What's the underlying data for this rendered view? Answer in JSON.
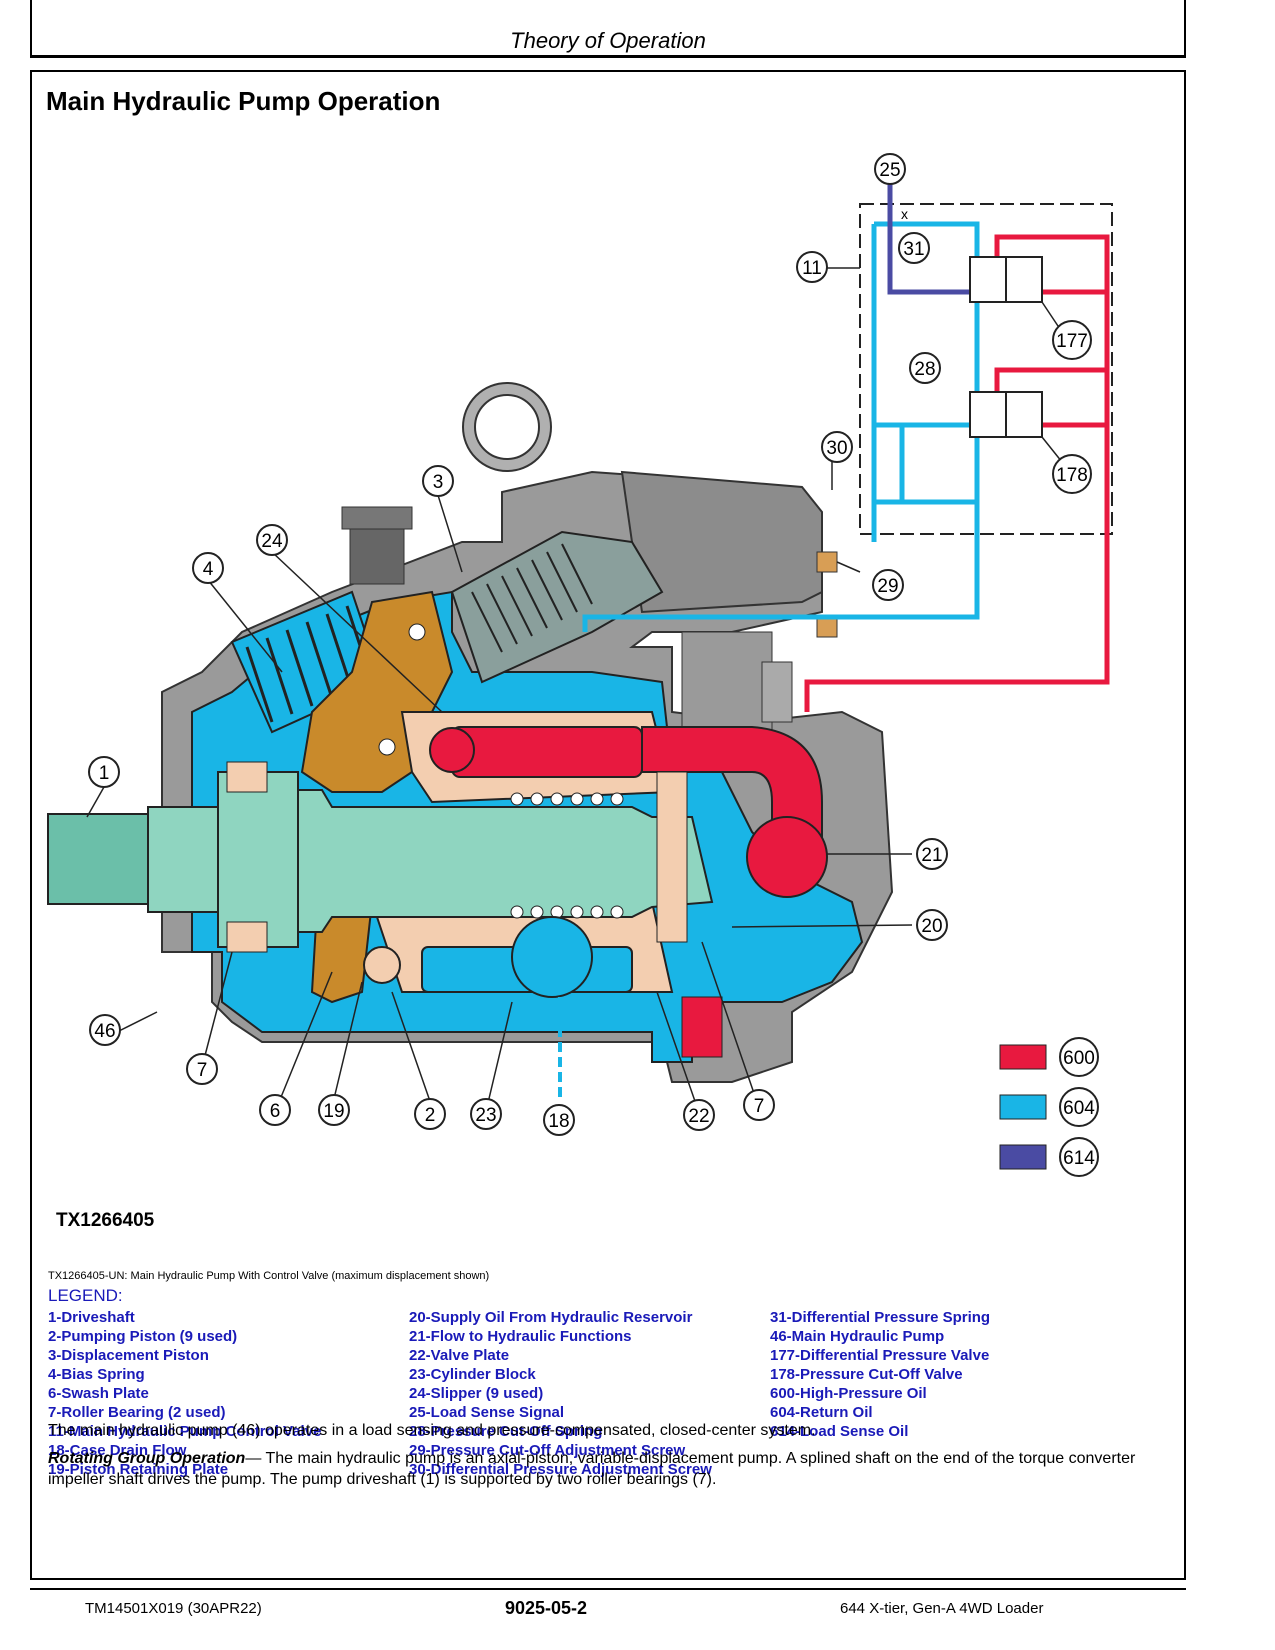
{
  "header": {
    "section": "Theory of Operation"
  },
  "title": "Main Hydraulic Pump Operation",
  "figure": {
    "id": "TX1266405",
    "caption": "TX1266405-UN: Main Hydraulic Pump With Control Valve (maximum displacement shown)",
    "callouts": [
      "1",
      "2",
      "3",
      "4",
      "6",
      "7",
      "11",
      "18",
      "19",
      "20",
      "21",
      "22",
      "23",
      "24",
      "25",
      "28",
      "29",
      "30",
      "31",
      "46",
      "177",
      "178"
    ],
    "color_key": [
      {
        "code": "600",
        "color": "#e8193f"
      },
      {
        "code": "604",
        "color": "#19b5e6"
      },
      {
        "code": "614",
        "color": "#4a4ba3"
      }
    ],
    "x_mark": "x"
  },
  "legend_heading": "LEGEND:",
  "legend": {
    "col1": [
      "1-Driveshaft",
      "2-Pumping Piston (9 used)",
      "3-Displacement Piston",
      "4-Bias Spring",
      "6-Swash Plate",
      "7-Roller Bearing (2 used)",
      "11-Main Hydraulic Pump Control Valve",
      "18-Case Drain Flow",
      "19-Piston Retaining Plate"
    ],
    "col2": [
      "20-Supply Oil From Hydraulic Reservoir",
      "21-Flow to Hydraulic Functions",
      "22-Valve Plate",
      "23-Cylinder Block",
      "24-Slipper (9 used)",
      "25-Load Sense Signal",
      "28-Pressure Cut-Off Spring",
      "29-Pressure Cut-Off Adjustment Screw",
      "30-Differential Pressure Adjustment Screw"
    ],
    "col3": [
      "31-Differential Pressure Spring",
      "46-Main Hydraulic Pump",
      "177-Differential Pressure Valve",
      "178-Pressure Cut-Off Valve",
      "600-High-Pressure Oil",
      "604-Return Oil",
      "614-Load Sense Oil"
    ]
  },
  "text": {
    "para1": "The main hydraulic pump (46) operates in a load sensing and pressure-compensated, closed-center system.",
    "para2_lead": "Rotating Group Operation",
    "para2": "— The main hydraulic pump is an axial-piston, variable-displacement pump. A splined shaft on the end of the torque converter impeller shaft drives the pump. The pump driveshaft (1) is supported by two roller bearings (7)."
  },
  "footer": {
    "left": "TM14501X019 (30APR22)",
    "center": "9025-05-2",
    "right": "644 X-tier, Gen-A 4WD Loader"
  }
}
